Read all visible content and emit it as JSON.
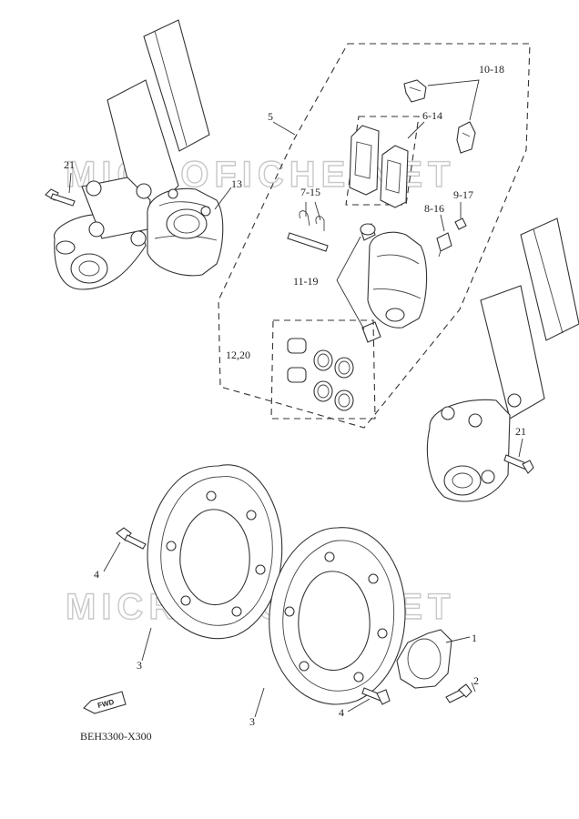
{
  "watermark": {
    "text": "MICROFICHE.NET",
    "color": "#c8c8c8"
  },
  "callouts": {
    "c21_left": "21",
    "c13": "13",
    "c5": "5",
    "c6_14": "6-14",
    "c10_18": "10-18",
    "c7_15": "7-15",
    "c8_16": "8-16",
    "c9_17": "9-17",
    "c11_19": "11-19",
    "c12_20": "12,20",
    "c21_right": "21",
    "c4_left": "4",
    "c3_left": "3",
    "c1": "1",
    "c2": "2",
    "c4_right": "4",
    "c3_right": "3"
  },
  "fwd_marker": {
    "text": "FWD",
    "icon": "forward-arrow-icon"
  },
  "diagram_code": "BEH3300-X300",
  "colors": {
    "line": "#333333",
    "background": "#ffffff"
  }
}
